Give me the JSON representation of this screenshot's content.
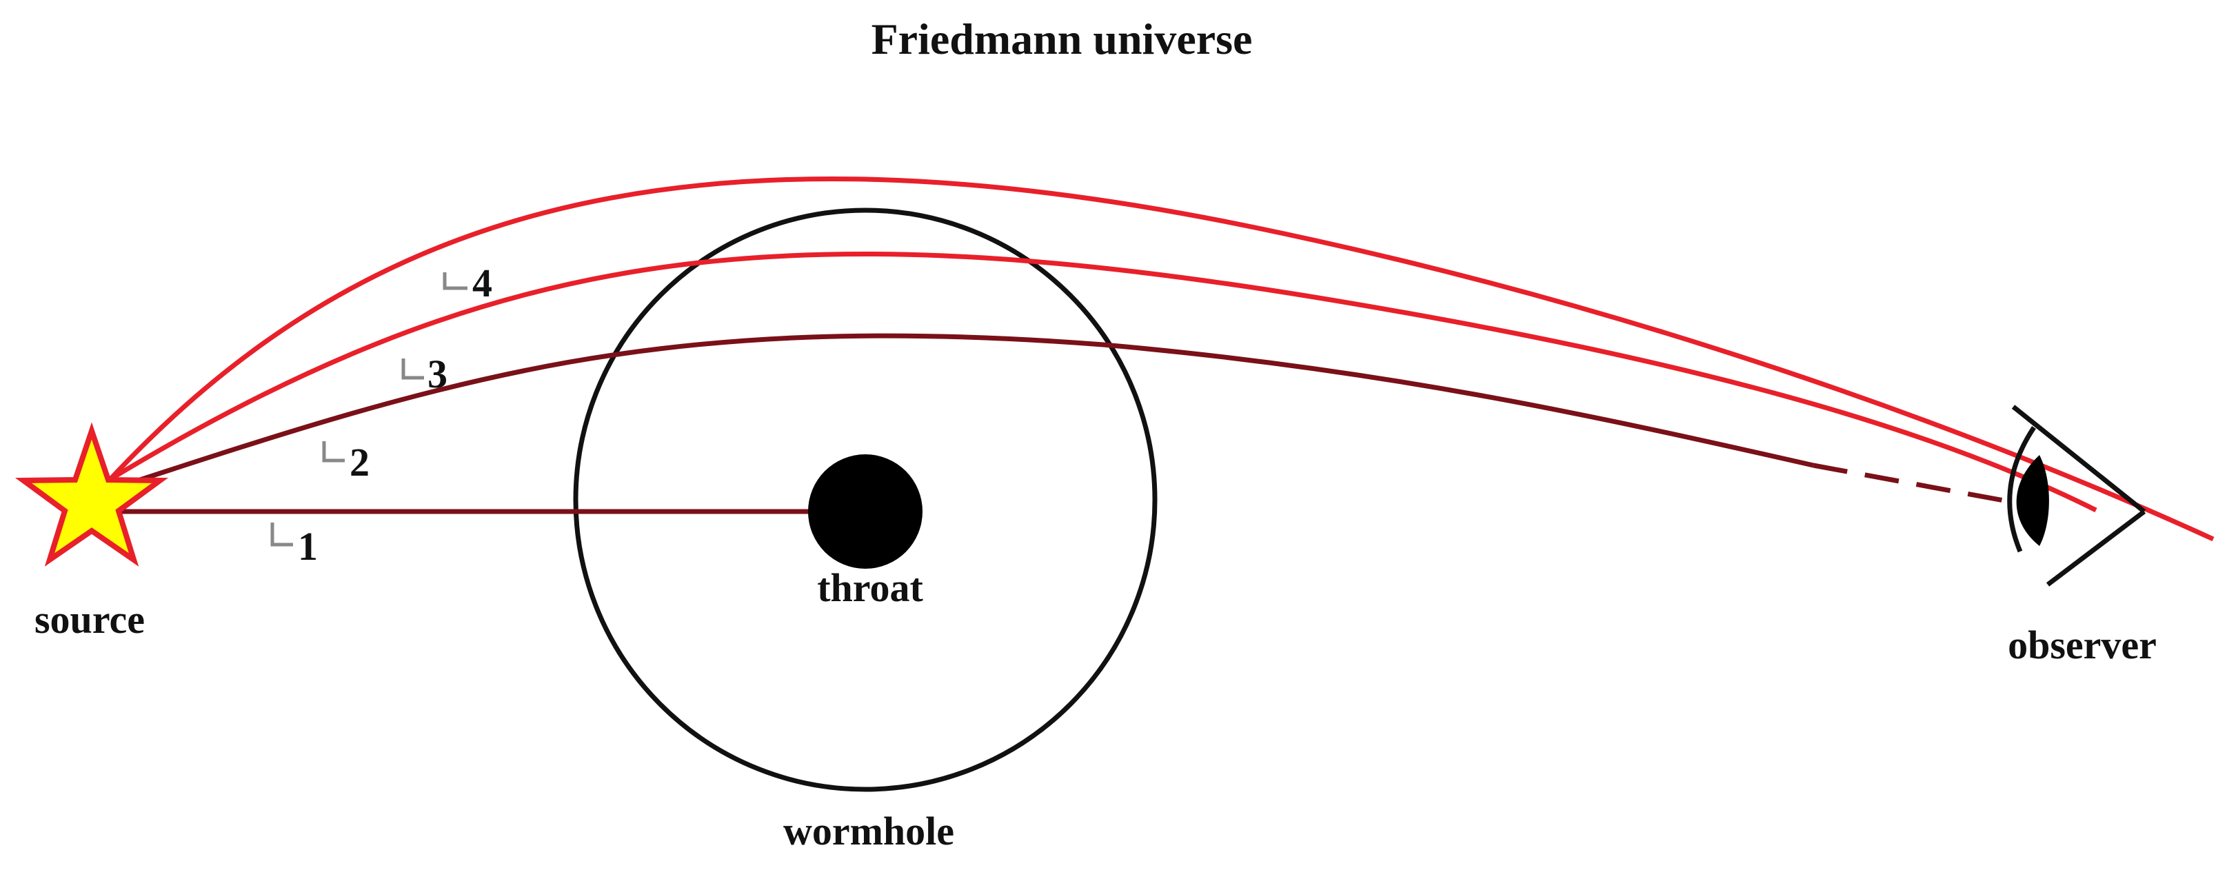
{
  "title": "Friedmann universe",
  "labels": {
    "source": "source",
    "throat": "throat",
    "wormhole": "wormhole",
    "observer": "observer"
  },
  "rays": [
    {
      "label": "1"
    },
    {
      "label": "2"
    },
    {
      "label": "3"
    },
    {
      "label": "4"
    }
  ],
  "colors": {
    "ray_dark": "#7a1018",
    "ray_bright": "#e8202a",
    "star_fill": "#ffff00",
    "star_stroke": "#e8202a",
    "outline": "#111111",
    "label_marker": "#888888"
  },
  "icons": {
    "source": "star-icon",
    "observer": "eye-icon"
  }
}
